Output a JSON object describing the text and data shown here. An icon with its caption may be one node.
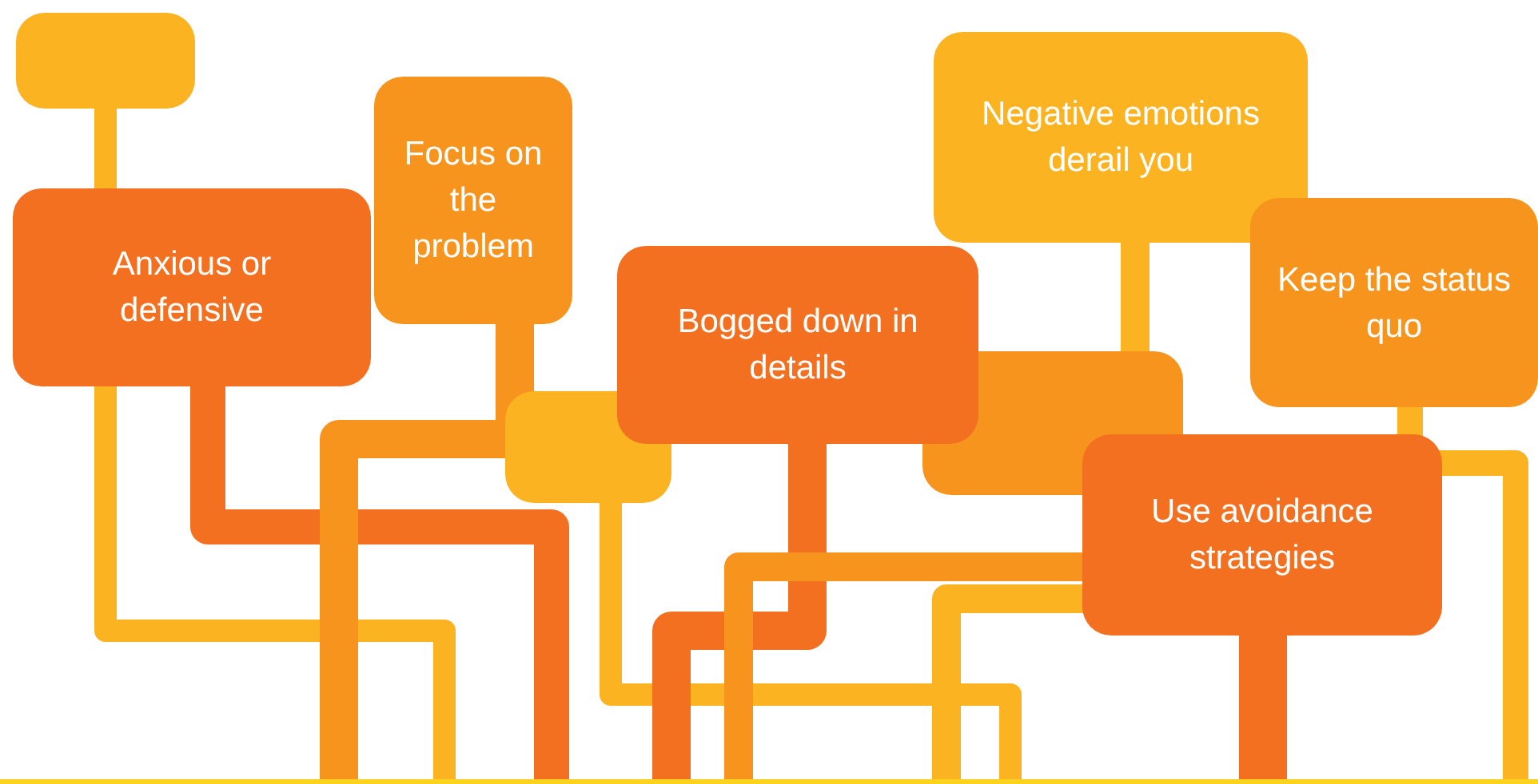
{
  "diagram": {
    "nodes": [
      {
        "text": [],
        "shape": "box"
      },
      {
        "text": [
          "Focus on the problem"
        ]
      },
      {
        "text": [
          "Negative emotions derail you"
        ]
      },
      {
        "text": [
          "Anxious or defensive"
        ]
      },
      {
        "text": [
          "Keep the status quo"
        ]
      },
      {
        "text": [
          "Bogged down in details"
        ]
      },
      {
        "text": [],
        "shape": "box"
      },
      {
        "text": [],
        "shape": "box"
      },
      {
        "text": [
          "Use avoidance strategies"
        ]
      }
    ],
    "edges": [
      {
        "from": 0,
        "to": null,
        "arrow": "none",
        "color": "#fbb322"
      },
      {
        "from": 3,
        "to": null,
        "arrow": "none",
        "color": "#f37021"
      },
      {
        "from": 1,
        "to": null,
        "arrow": "none",
        "color": "#f7941e"
      },
      {
        "from": 6,
        "to": null,
        "arrow": "none",
        "color": "#fbb322"
      },
      {
        "from": 5,
        "to": null,
        "arrow": "none",
        "color": "#f37021"
      },
      {
        "from": 7,
        "to": null,
        "arrow": "none",
        "color": "#f7941e"
      },
      {
        "from": 2,
        "to": null,
        "arrow": "none",
        "color": "#fbb322"
      },
      {
        "from": 8,
        "to": null,
        "arrow": "none",
        "color": "#f37021"
      },
      {
        "from": 4,
        "to": null,
        "arrow": "none",
        "color": "#fbb322"
      }
    ]
  }
}
